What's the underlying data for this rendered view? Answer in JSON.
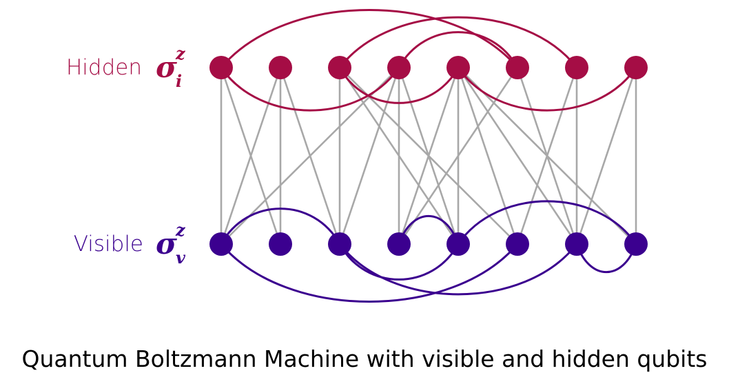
{
  "colors": {
    "hidden": "#a50d45",
    "visible": "#3b008f",
    "connection": "#a8a8a8",
    "caption": "#000000"
  },
  "hidden_layer": {
    "label": "Hidden",
    "symbol": "σ",
    "superscript": "z",
    "subscript": "i",
    "node_count": 8
  },
  "visible_layer": {
    "label": "Visible",
    "symbol": "σ",
    "superscript": "z",
    "subscript": "v",
    "node_count": 8
  },
  "inter_layer_edges": [
    [
      0,
      0
    ],
    [
      0,
      1
    ],
    [
      1,
      0
    ],
    [
      1,
      1
    ],
    [
      1,
      2
    ],
    [
      2,
      2
    ],
    [
      2,
      4
    ],
    [
      2,
      5
    ],
    [
      3,
      0
    ],
    [
      3,
      2
    ],
    [
      3,
      3
    ],
    [
      3,
      4
    ],
    [
      4,
      3
    ],
    [
      4,
      4
    ],
    [
      4,
      5
    ],
    [
      4,
      6
    ],
    [
      4,
      7
    ],
    [
      5,
      3
    ],
    [
      5,
      6
    ],
    [
      6,
      5
    ],
    [
      6,
      6
    ],
    [
      7,
      6
    ],
    [
      7,
      7
    ]
  ],
  "hidden_intra_edges": [
    [
      0,
      5,
      "above"
    ],
    [
      2,
      6,
      "above"
    ],
    [
      3,
      5,
      "above"
    ],
    [
      0,
      3,
      "below"
    ],
    [
      2,
      4,
      "below"
    ],
    [
      4,
      7,
      "below"
    ]
  ],
  "visible_intra_edges": [
    [
      0,
      2,
      "above"
    ],
    [
      3,
      4,
      "above"
    ],
    [
      4,
      7,
      "above"
    ],
    [
      0,
      5,
      "below"
    ],
    [
      2,
      4,
      "below"
    ],
    [
      2,
      6,
      "below"
    ],
    [
      6,
      7,
      "below"
    ]
  ],
  "caption": "Quantum Boltzmann Machine with visible and hidden qubits"
}
